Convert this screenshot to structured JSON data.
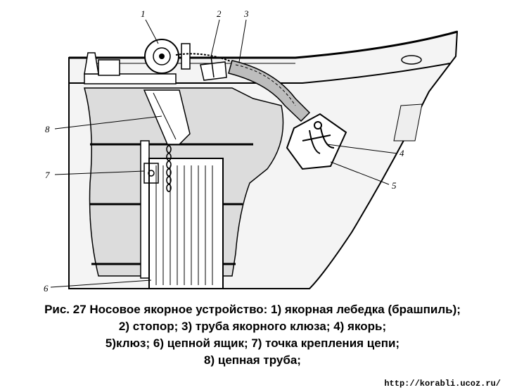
{
  "figure": {
    "labels": [
      {
        "id": "label-1",
        "text": "1"
      },
      {
        "id": "label-2",
        "text": "2"
      },
      {
        "id": "label-3",
        "text": "3"
      },
      {
        "id": "label-4",
        "text": "4"
      },
      {
        "id": "label-5",
        "text": "5"
      },
      {
        "id": "label-6",
        "text": "6"
      },
      {
        "id": "label-7",
        "text": "7"
      },
      {
        "id": "label-8",
        "text": "8"
      }
    ]
  },
  "caption": {
    "line1": "Рис. 27 Носовое якорное устройство: 1) якорная лебедка (брашпиль);",
    "line2": "2) стопор; 3) труба якорного клюза; 4) якорь;",
    "line3": "5)клюз; 6) цепной ящик; 7) точка крепления цепи;",
    "line4": "8) цепная труба;"
  },
  "credit": "http://korabli.ucoz.ru/"
}
